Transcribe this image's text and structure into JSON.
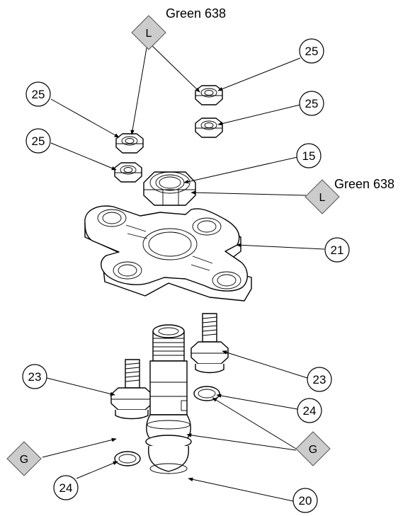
{
  "colors": {
    "line": "#000000",
    "diamond_fill": "#cccccc",
    "background": "#ffffff"
  },
  "diagram": {
    "callouts": {
      "nut_top_right": "25",
      "nut_right": "25",
      "nut_left_top": "25",
      "nut_left_bottom": "25",
      "large_nut": "15",
      "plate": "21",
      "stud_right": "23",
      "stud_left": "23",
      "washer_right": "24",
      "washer_left": "24",
      "fitting": "20"
    },
    "symbols": {
      "locktite_top": "L",
      "locktite_right": "L",
      "grease_left": "G",
      "grease_right": "G"
    },
    "notes": {
      "top": "Green 638",
      "right": "Green 638"
    }
  }
}
